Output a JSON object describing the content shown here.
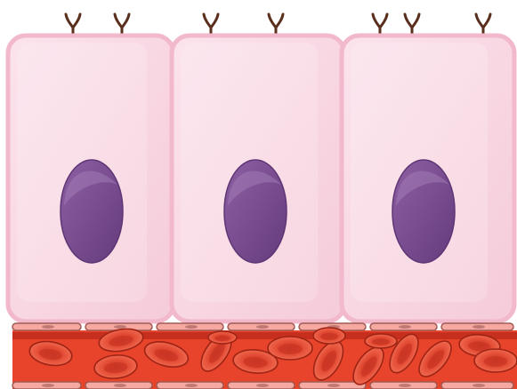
{
  "figure": {
    "colors": {
      "background": "#ffffff",
      "cell_fill": "#f7d4e0",
      "cell_fill_light": "#fbe3ec",
      "cell_border": "#f2b8cb",
      "nucleus": "#7a4c8f",
      "nucleus_shadow": "#5f3675",
      "nucleus_highlight": "#a985bb",
      "receptor": "#5a2f1e",
      "vessel_lumen": "#e8432b",
      "vessel_lumen_dark": "#b8271a",
      "vessel_wall": "#f5a9a0",
      "vessel_wall_dark": "#a05a55",
      "rbc_fill": "#e24a33",
      "rbc_rim": "#9e2414",
      "rbc_center": "#c73523"
    },
    "cells": [
      {
        "name": "epithelial-cell-1",
        "receptors": 2
      },
      {
        "name": "epithelial-cell-2",
        "receptors": 2
      },
      {
        "name": "epithelial-cell-3",
        "receptors": 3
      }
    ],
    "receptor_icon": "y-shaped-receptor-icon",
    "nucleus_icon": "oval-nucleus",
    "blood_vessel": {
      "contents": "red-blood-cells",
      "red_blood_cell_count": 16
    }
  }
}
